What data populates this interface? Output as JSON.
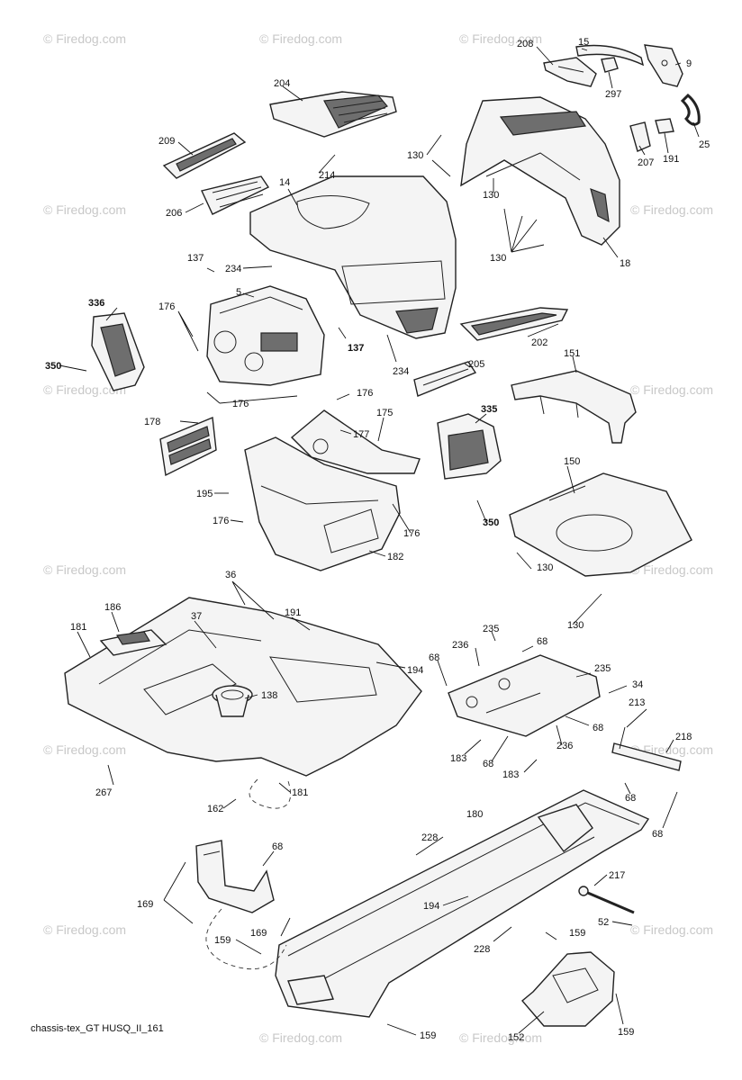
{
  "watermark": "© Firedog.com",
  "footer_code": "chassis-tex_GT HUSQ_II_161",
  "callouts": {
    "l15": "15",
    "l208": "208",
    "l9": "9",
    "l297": "297",
    "l25": "25",
    "l204": "204",
    "l209": "209",
    "l130a": "130",
    "l130b": "130",
    "l130c": "130",
    "l130d": "130",
    "l130e": "130",
    "l214": "214",
    "l14": "14",
    "l206": "206",
    "l207": "207",
    "l191": "191",
    "l18": "18",
    "l137a": "137",
    "l137b": "137",
    "l234a": "234",
    "l234b": "234",
    "l336": "336",
    "l176a": "176",
    "l176b": "176",
    "l176c": "176",
    "l176d": "176",
    "l176e": "176",
    "l5": "5",
    "l202": "202",
    "l350a": "350",
    "l350b": "350",
    "l205": "205",
    "l151": "151",
    "l178": "178",
    "l177": "177",
    "l175": "175",
    "l335": "335",
    "l195": "195",
    "l150": "150",
    "l182": "182",
    "l36": "36",
    "l186": "186",
    "l37": "37",
    "l181a": "181",
    "l181b": "181",
    "l191b": "191",
    "l194a": "194",
    "l194b": "194",
    "l235a": "235",
    "l235b": "235",
    "l236a": "236",
    "l236b": "236",
    "l68a": "68",
    "l68b": "68",
    "l68c": "68",
    "l68d": "68",
    "l68e": "68",
    "l68f": "68",
    "l68g": "68",
    "l34": "34",
    "l138": "138",
    "l213": "213",
    "l218": "218",
    "l183a": "183",
    "l183b": "183",
    "l267": "267",
    "l162": "162",
    "l180": "180",
    "l228a": "228",
    "l228b": "228",
    "l217": "217",
    "l169a": "169",
    "l169b": "169",
    "l52": "52",
    "l159a": "159",
    "l159b": "159",
    "l159c": "159",
    "l159d": "159",
    "l152": "152"
  }
}
